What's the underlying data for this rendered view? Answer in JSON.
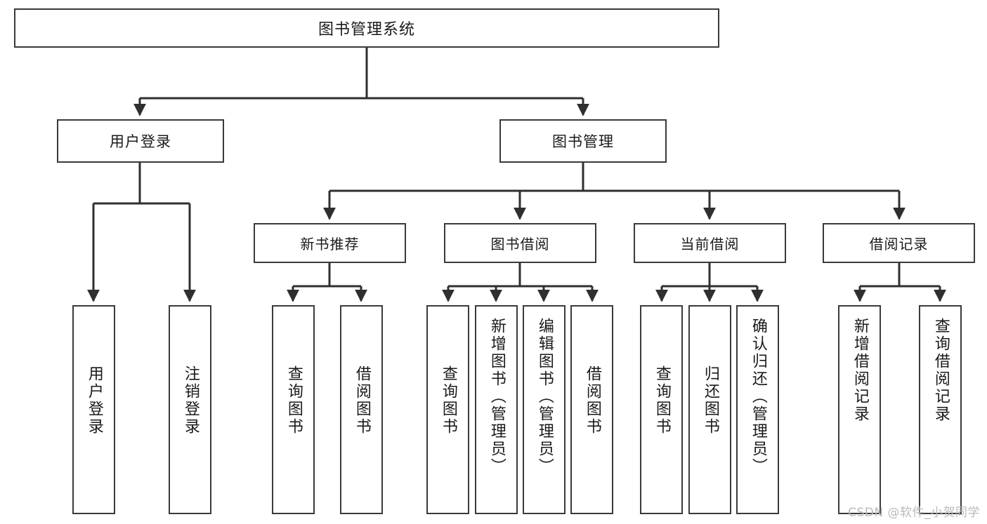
{
  "diagram": {
    "title": "图书管理系统",
    "type": "tree",
    "colors": {
      "box_border": "#3a3a3a",
      "box_fill": "#ffffff",
      "connector": "#2f2f2f",
      "text": "#1a1a1a",
      "watermark": "#b9b9b9",
      "background": "#ffffff"
    },
    "root": {
      "label": "图书管理系统"
    },
    "level1": [
      {
        "label": "用户登录"
      },
      {
        "label": "图书管理"
      }
    ],
    "level2": [
      {
        "label": "新书推荐"
      },
      {
        "label": "图书借阅"
      },
      {
        "label": "当前借阅"
      },
      {
        "label": "借阅记录"
      }
    ],
    "leaves": {
      "user_login": [
        {
          "label": "用户登录"
        },
        {
          "label": "注销登录"
        }
      ],
      "new_book_recommend": [
        {
          "label": "查询图书"
        },
        {
          "label": "借阅图书"
        }
      ],
      "book_borrow": [
        {
          "label": "查询图书"
        },
        {
          "label": "新增图书（管理员）"
        },
        {
          "label": "编辑图书（管理员）"
        },
        {
          "label": "借阅图书"
        }
      ],
      "current_borrow": [
        {
          "label": "查询图书"
        },
        {
          "label": "归还图书"
        },
        {
          "label": "确认归还（管理员）"
        }
      ],
      "borrow_record": [
        {
          "label": "新增借阅记录"
        },
        {
          "label": "查询借阅记录"
        }
      ]
    }
  },
  "watermark": {
    "text": "CSDN @软件_小贺同学"
  }
}
